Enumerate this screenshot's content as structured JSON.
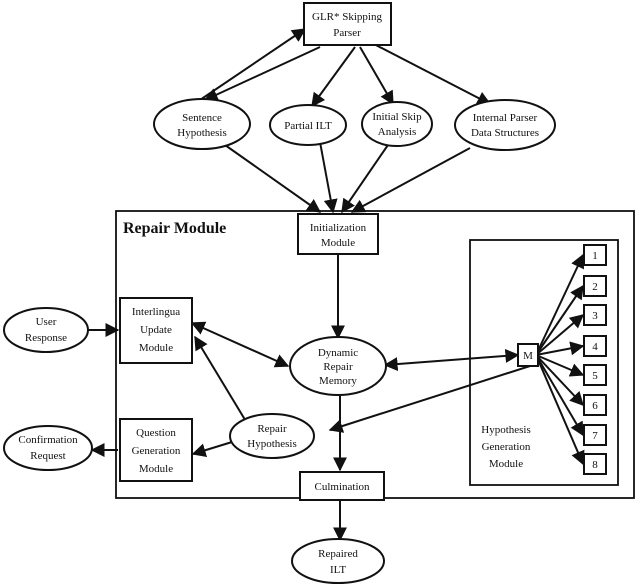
{
  "diagram": {
    "title": "Repair Module",
    "nodes": {
      "glr_parser": [
        "GLR* Skipping",
        "Parser"
      ],
      "sentence_hypothesis": [
        "Sentence",
        "Hypothesis"
      ],
      "partial_ilt": [
        "Partial ILT"
      ],
      "initial_skip": [
        "Initial Skip",
        "Analysis"
      ],
      "internal_parser": [
        "Internal Parser",
        "Data Structures"
      ],
      "initialization": [
        "Initialization",
        "Module"
      ],
      "interlingua_update": [
        "Interlingua",
        "Update",
        "Module"
      ],
      "dynamic_memory": [
        "Dynamic",
        "Repair",
        "Memory"
      ],
      "user_response": [
        "User",
        "Response"
      ],
      "repair_hypothesis": [
        "Repair",
        "Hypothesis"
      ],
      "question_generation": [
        "Question",
        "Generation",
        "Module"
      ],
      "confirmation_request": [
        "Confirmation",
        "Request"
      ],
      "culmination": [
        "Culmination"
      ],
      "repaired_ilt": [
        "Repaired",
        "ILT"
      ],
      "m": [
        "M"
      ],
      "hypothesis_generation": [
        "Hypothesis",
        "Generation",
        "Module"
      ]
    },
    "generators": [
      "1",
      "2",
      "3",
      "4",
      "5",
      "6",
      "7",
      "8"
    ]
  }
}
